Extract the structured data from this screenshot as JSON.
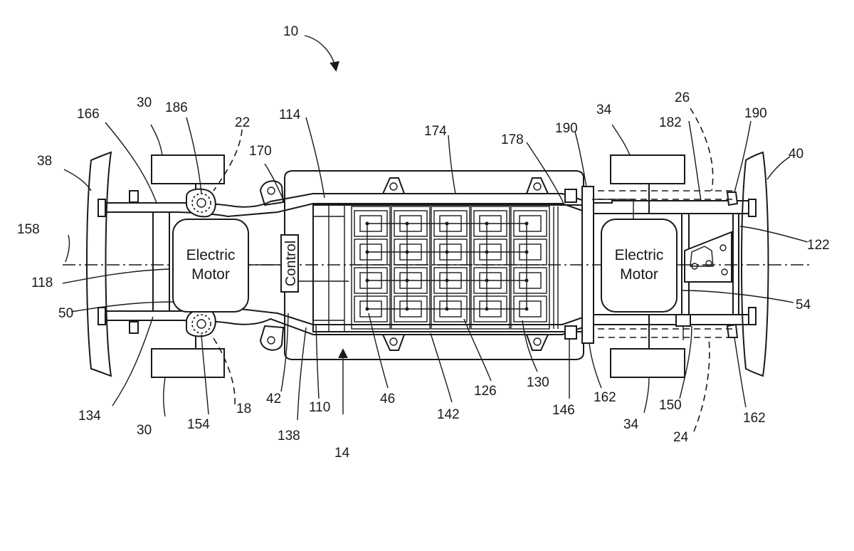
{
  "figure": {
    "main_ref": "10",
    "blocks": {
      "front_motor": [
        "Electric",
        "Motor"
      ],
      "rear_motor": [
        "Electric",
        "Motor"
      ],
      "control": "Control"
    },
    "refs": {
      "r10": "10",
      "r14": "14",
      "r18": "18",
      "r22": "22",
      "r24": "24",
      "r26": "26",
      "r30a": "30",
      "r30b": "30",
      "r34a": "34",
      "r34b": "34",
      "r38": "38",
      "r40": "40",
      "r42": "42",
      "r46": "46",
      "r50": "50",
      "r54": "54",
      "r110": "110",
      "r114": "114",
      "r118": "118",
      "r122": "122",
      "r126": "126",
      "r130": "130",
      "r134": "134",
      "r138": "138",
      "r142": "142",
      "r146": "146",
      "r150": "150",
      "r154": "154",
      "r158": "158",
      "r162a": "162",
      "r162b": "162",
      "r166": "166",
      "r170": "170",
      "r174": "174",
      "r178": "178",
      "r182": "182",
      "r186": "186",
      "r190a": "190",
      "r190b": "190"
    }
  }
}
